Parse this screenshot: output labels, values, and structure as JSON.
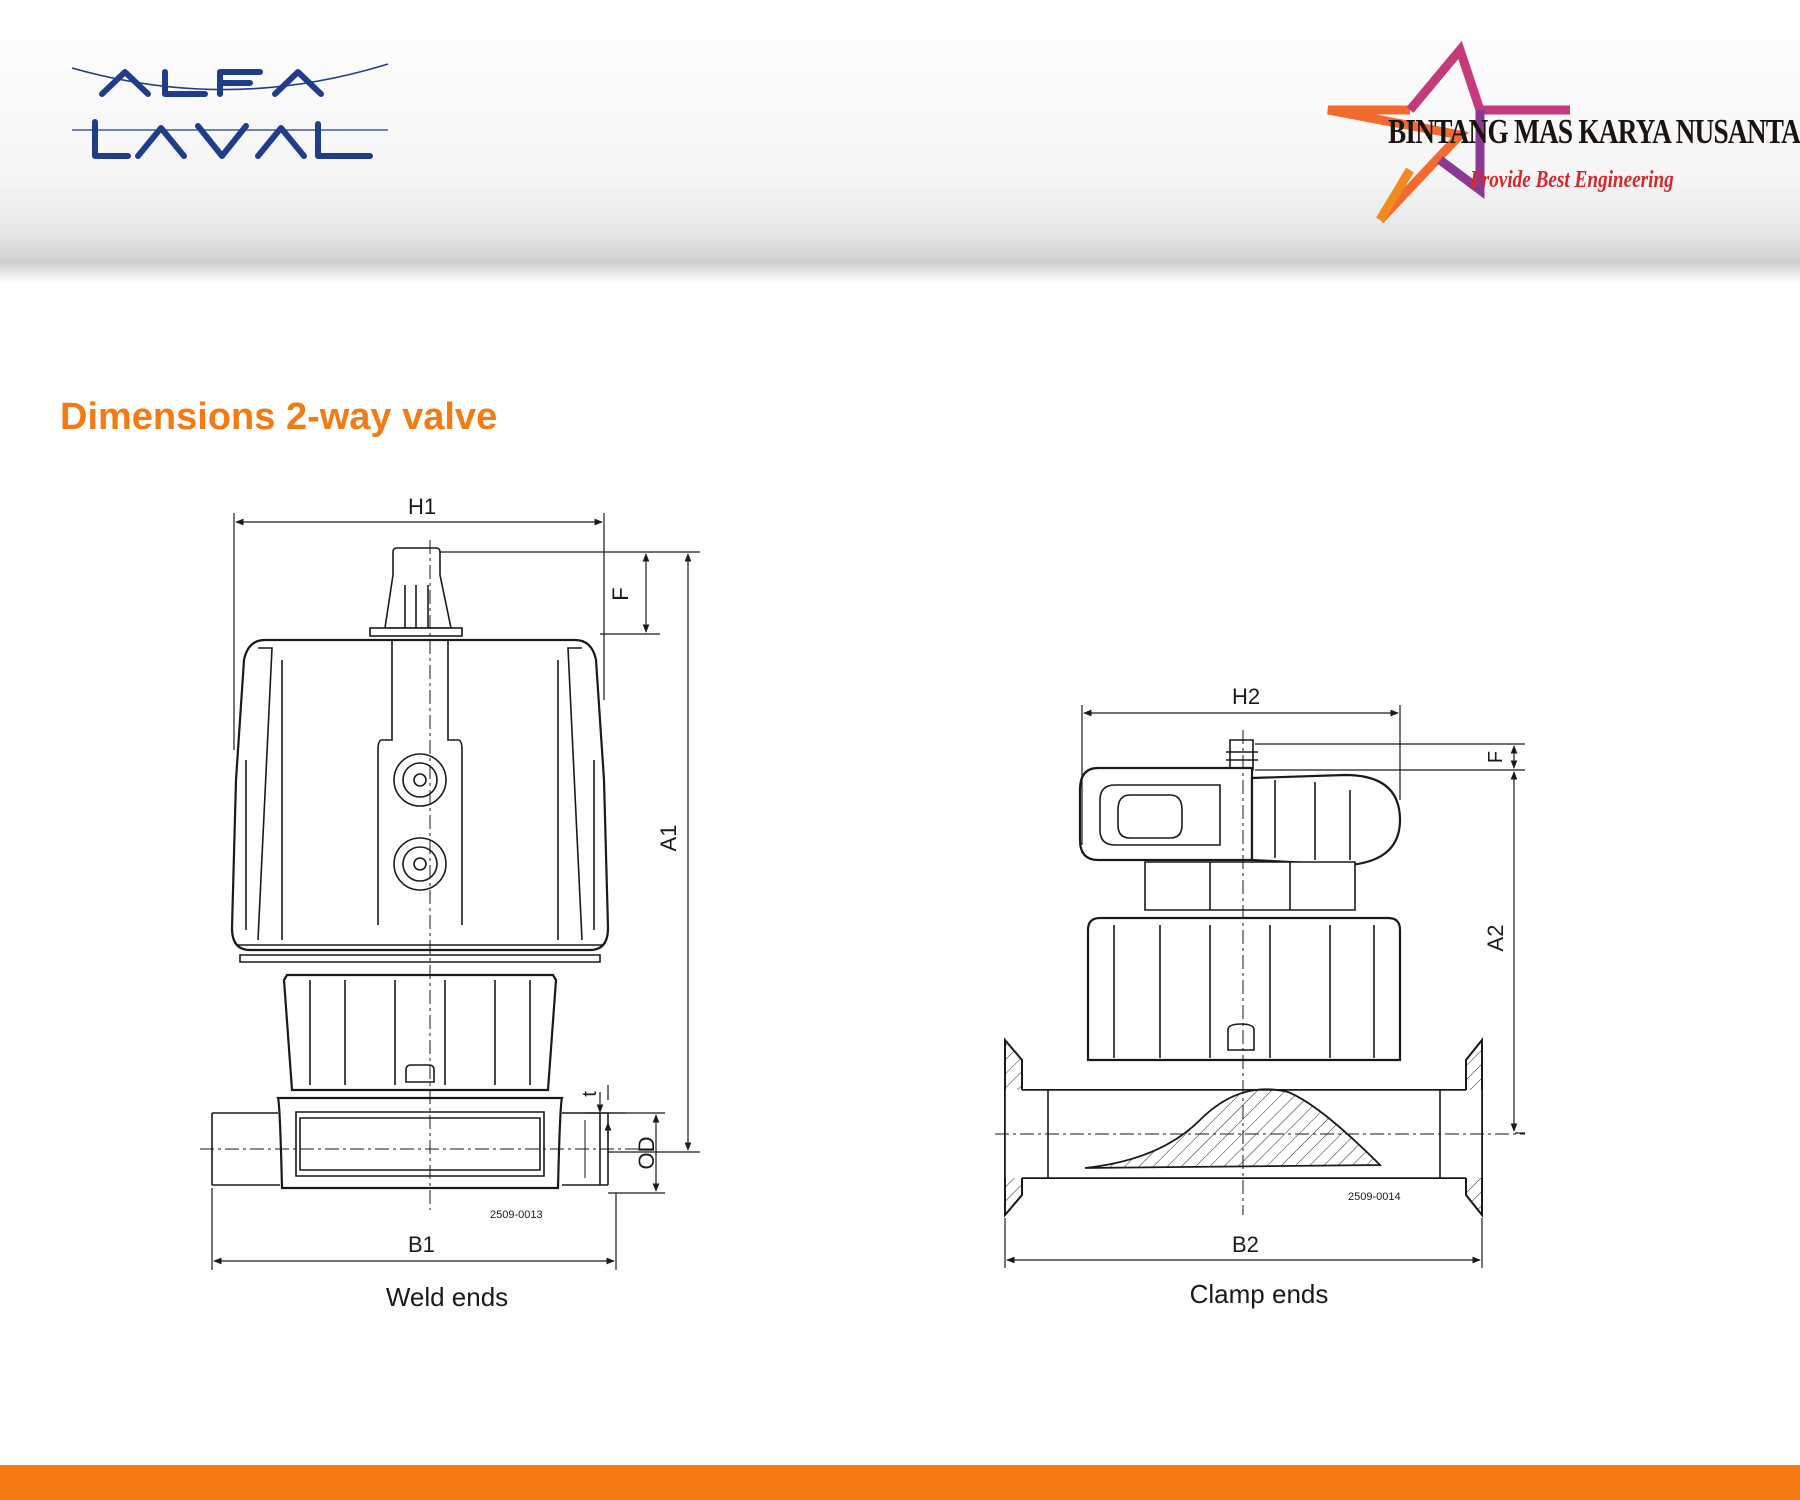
{
  "header": {
    "left_logo": "ALFA LAVAL",
    "right_logo": {
      "name": "BINTANG MAS KARYA NUSANTARA",
      "tagline": "Provide Best Engineering"
    }
  },
  "title": "Dimensions 2-way valve",
  "colors": {
    "accent": "#f47b13",
    "alfa_blue": "#1f3d8a",
    "tagline_red": "#d9262a"
  },
  "diagrams": {
    "weld": {
      "caption": "Weld ends",
      "drawing_no": "2509-0013",
      "dims": {
        "H": "H1",
        "F": "F",
        "A": "A1",
        "t": "t",
        "OD": "OD",
        "B": "B1"
      }
    },
    "clamp": {
      "caption": "Clamp ends",
      "drawing_no": "2509-0014",
      "dims": {
        "H": "H2",
        "F": "F",
        "A": "A2",
        "B": "B2"
      }
    }
  }
}
